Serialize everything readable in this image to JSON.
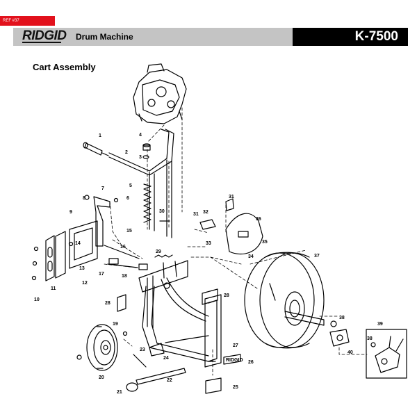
{
  "ref_tag": "REF #37",
  "header": {
    "brand": "RIDGID",
    "machine_name": "Drum Machine",
    "model": "K-7500"
  },
  "section_title": "Cart Assembly",
  "callouts": [
    "1",
    "2",
    "3",
    "4",
    "5",
    "6",
    "7",
    "8",
    "9",
    "10",
    "11",
    "12",
    "13",
    "14",
    "15",
    "16",
    "17",
    "18",
    "19",
    "20",
    "21",
    "22",
    "23",
    "24",
    "25",
    "26",
    "27",
    "28",
    "28",
    "29",
    "30",
    "31",
    "31",
    "32",
    "33",
    "34",
    "35",
    "36",
    "37",
    "38",
    "38",
    "39",
    "40"
  ],
  "label_text": "RIDGID"
}
